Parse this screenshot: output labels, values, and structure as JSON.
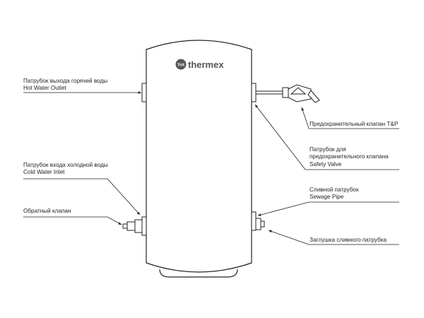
{
  "brand": {
    "name": "thermex",
    "logo_mark": "THX",
    "color": "#555555"
  },
  "labels": {
    "hot_outlet_ru": "Патрубок выхода горячей воды",
    "hot_outlet_en": "Hot Water Outlet",
    "cold_inlet_ru": "Патрубок входа холодной воды",
    "cold_inlet_en": "Cold Water Inlet",
    "check_valve_ru": "Обратный клапан",
    "tp_valve_ru": "Предохранительный клапан T&P",
    "safety_pipe_ru_1": "Патрубок для",
    "safety_pipe_ru_2": "предохранительного клапана",
    "safety_pipe_en": "Safety Valve",
    "drain_ru": "Сливной патрубок",
    "drain_en": "Sewage Pipe",
    "drain_plug_ru": "Заглушка сливного патрубка"
  },
  "colors": {
    "line": "#222222",
    "fill": "#ffffff"
  }
}
